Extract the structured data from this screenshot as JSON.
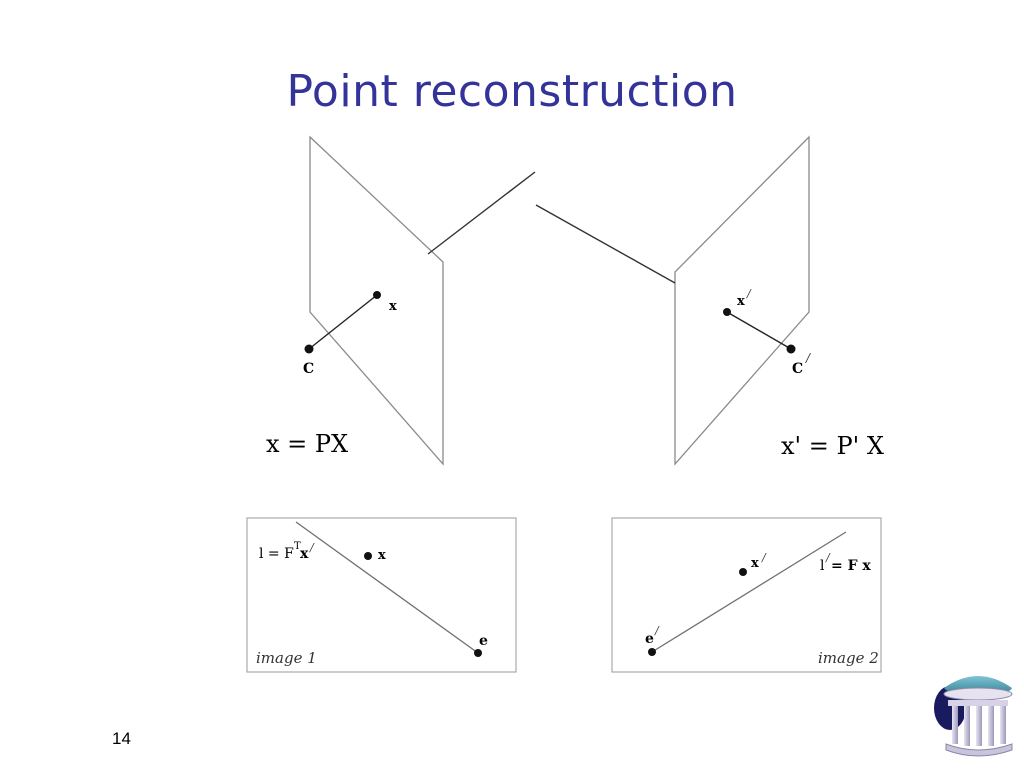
{
  "slide": {
    "title": "Point reconstruction",
    "slide_number": "14"
  },
  "stereo": {
    "left": {
      "camera_label": "C",
      "point_label": "x",
      "equation": "x = PX"
    },
    "right": {
      "camera_label": "C",
      "camera_prime": "/",
      "point_label": "x",
      "point_prime": "/",
      "equation": "x' = P' X"
    }
  },
  "image1": {
    "line_label_left": "l = F",
    "line_label_sup": "T",
    "line_label_x": "x",
    "line_label_prime": "/",
    "point_label": "x",
    "epipole_label": "e",
    "caption": "image 1"
  },
  "image2": {
    "point_label": "x",
    "point_prime": "/",
    "line_label_l": "l",
    "line_label_prime": "/",
    "line_label_rest": "= F x",
    "epipole_label": "e",
    "epipole_prime": "/",
    "caption": "image 2"
  },
  "colors": {
    "title": "#333399",
    "stroke": "#808080",
    "ink": "#111111"
  },
  "logo": {
    "icon": "old-well-logo-icon"
  }
}
